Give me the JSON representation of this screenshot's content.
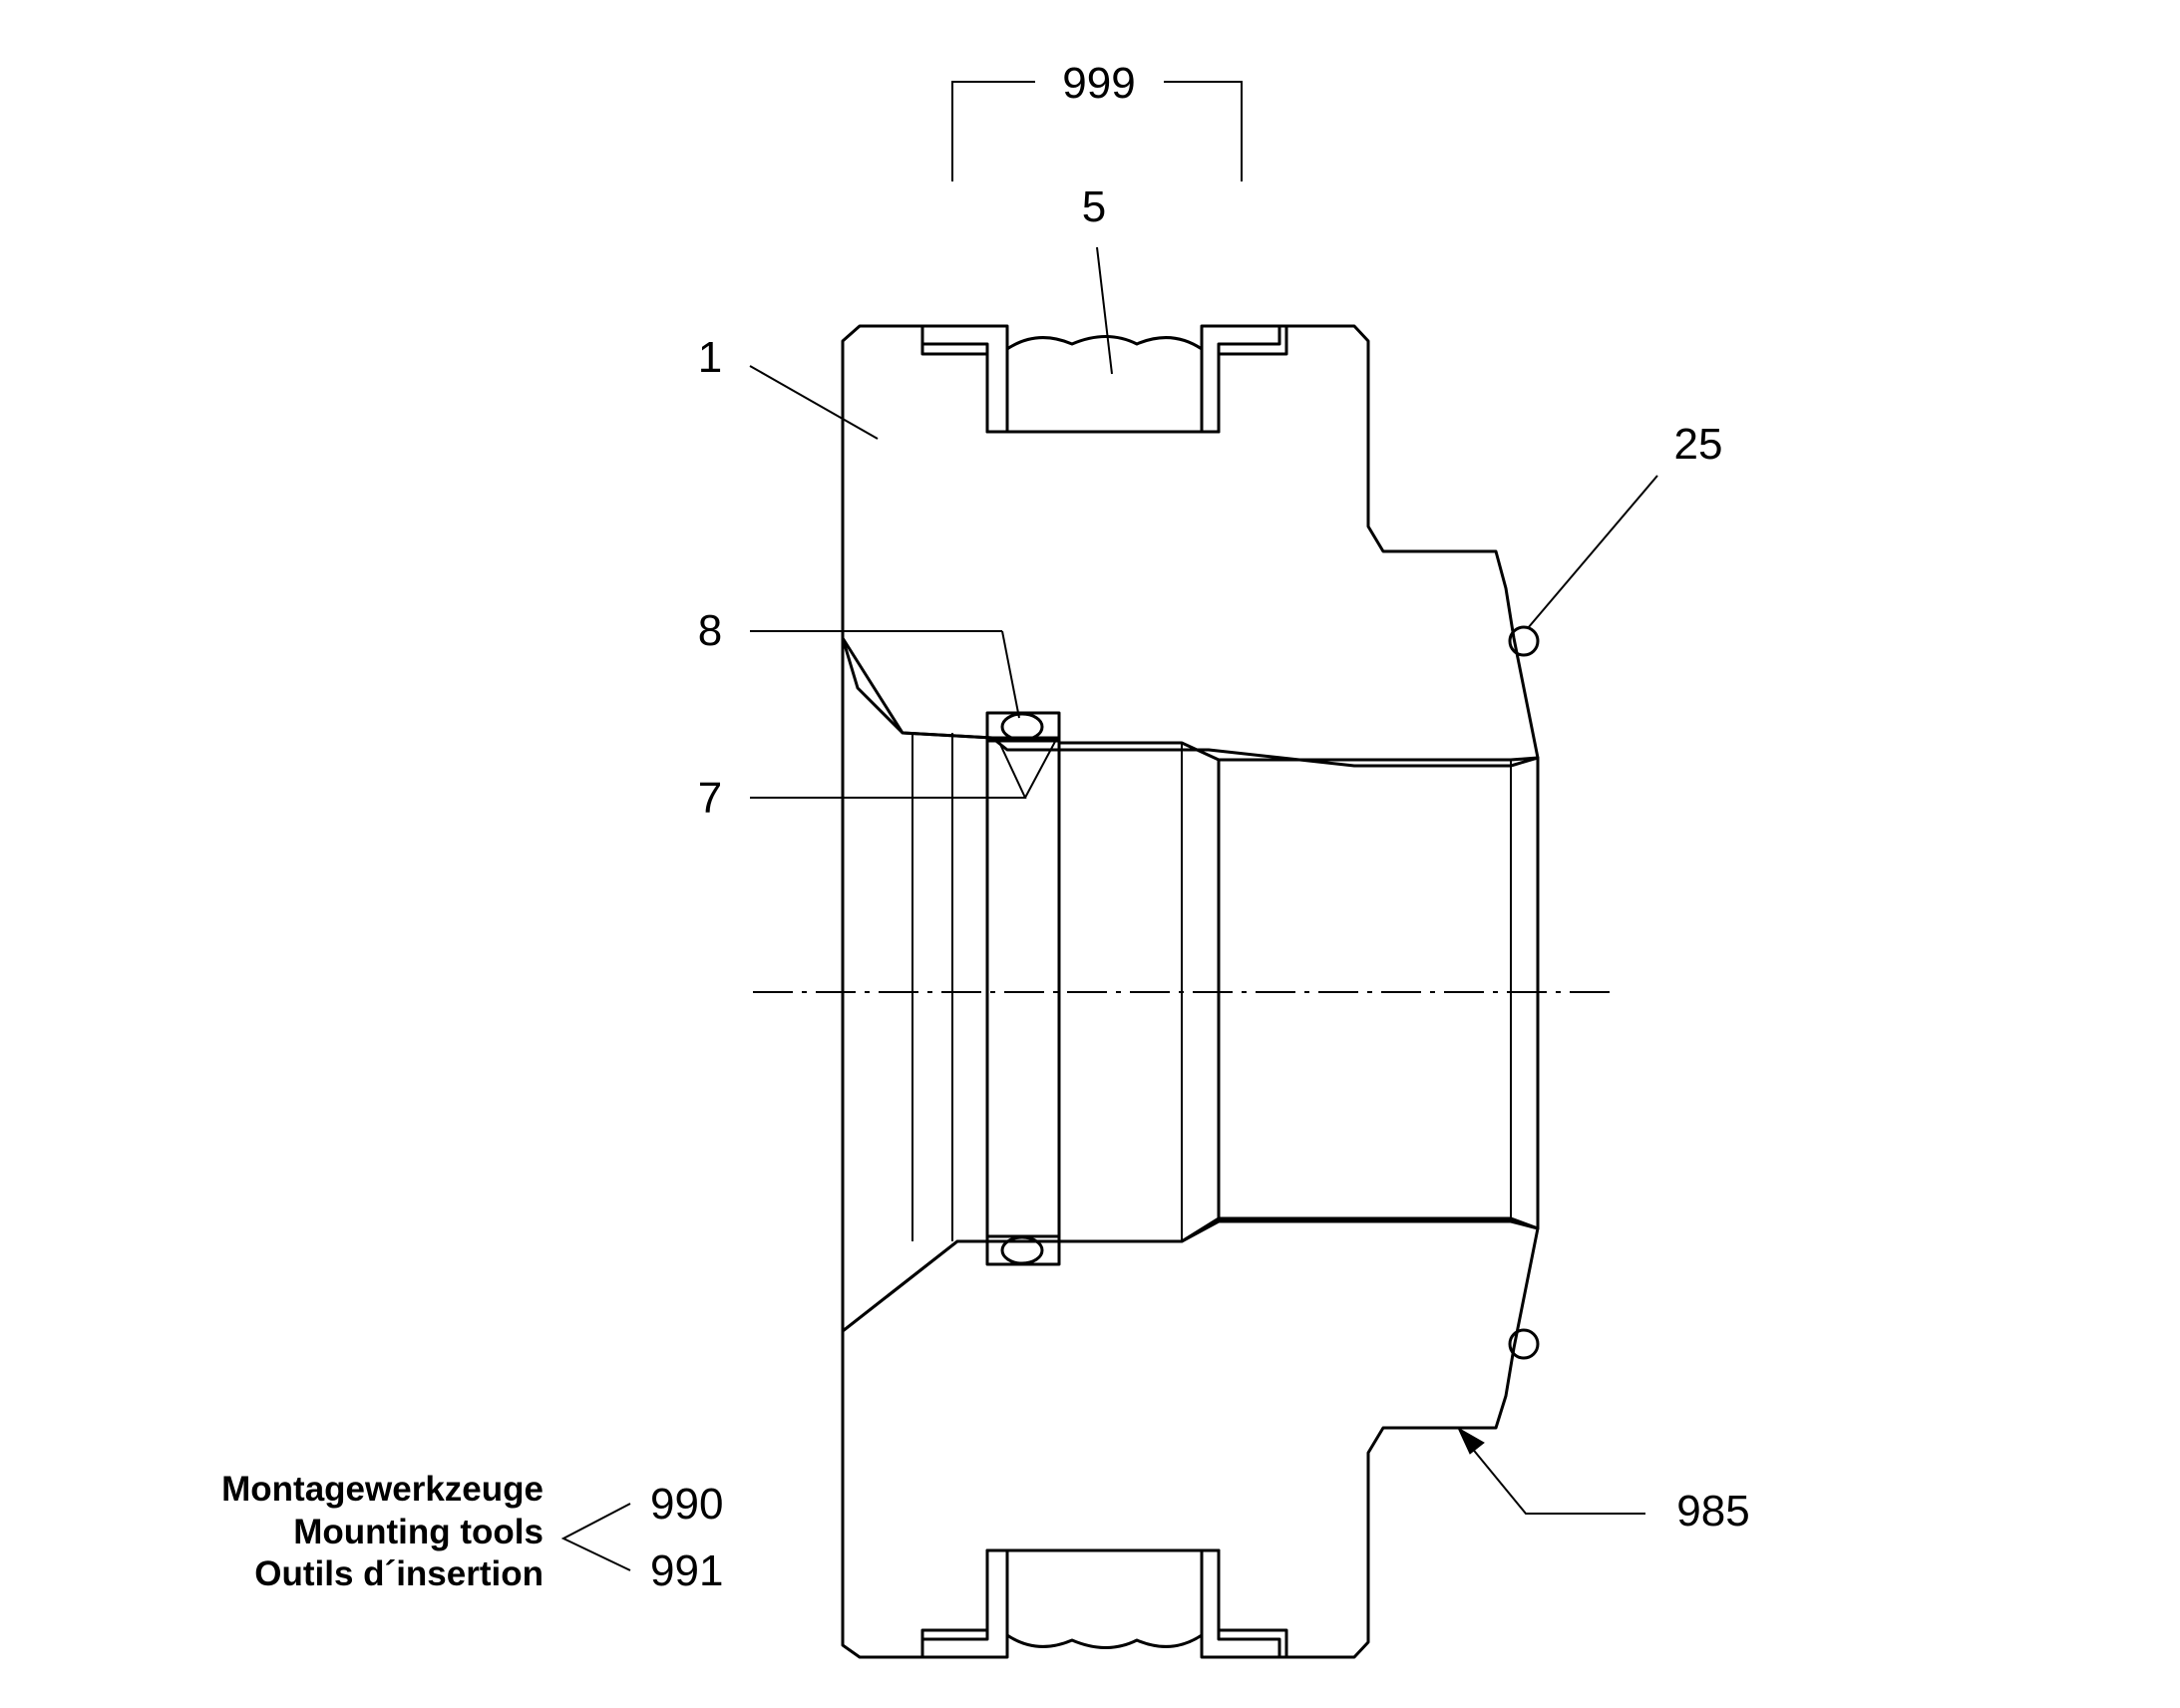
{
  "callouts": {
    "c999": "999",
    "c5": "5",
    "c1": "1",
    "c25": "25",
    "c8": "8",
    "c7": "7",
    "c985": "985",
    "c990": "990",
    "c991": "991"
  },
  "tools_note": {
    "line1": "Montagewerkzeuge",
    "line2": "Mounting tools",
    "line3": "Outils d´insertion"
  }
}
